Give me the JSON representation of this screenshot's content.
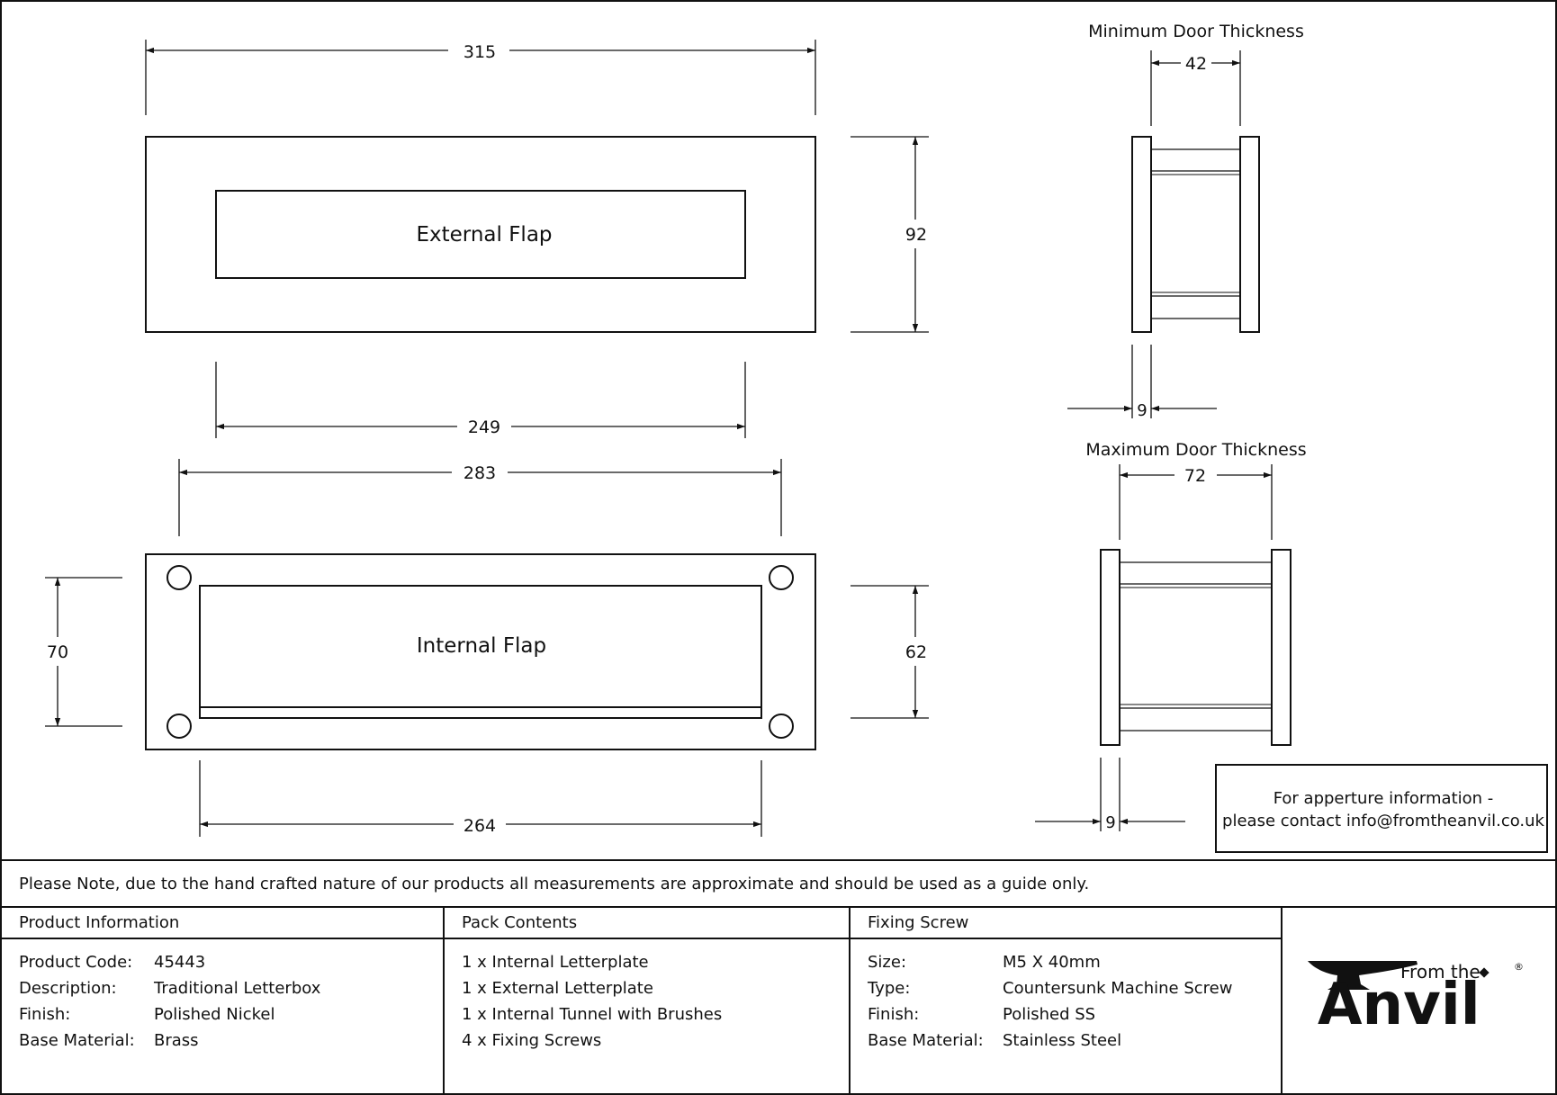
{
  "drawing": {
    "external_flap_label": "External Flap",
    "internal_flap_label": "Internal Flap",
    "external_plate_width": "315",
    "external_plate_height": "92",
    "external_flap_width": "249",
    "internal_screw_centres": "283",
    "internal_screw_vertical": "70",
    "internal_plate_height": "62",
    "internal_flap_width": "264"
  },
  "min_door": {
    "title": "Minimum Door Thickness",
    "thickness": "42",
    "plate_thickness": "9"
  },
  "max_door": {
    "title": "Maximum Door Thickness",
    "thickness": "72",
    "plate_thickness": "9"
  },
  "aperture_note": {
    "line1": "For apperture information -",
    "line2": "please contact info@fromtheanvil.co.uk"
  },
  "note": "Please Note, due to the hand crafted nature of our products all measurements are approximate and should be used as a guide only.",
  "product_info": {
    "header": "Product Information",
    "rows": [
      {
        "label": "Product Code:",
        "value": "45443"
      },
      {
        "label": "Description:",
        "value": "Traditional Letterbox"
      },
      {
        "label": "Finish:",
        "value": "Polished Nickel"
      },
      {
        "label": "Base Material:",
        "value": "Brass"
      }
    ]
  },
  "pack_contents": {
    "header": "Pack Contents",
    "items": [
      "1 x Internal Letterplate",
      "1 x External Letterplate",
      "1 x Internal Tunnel with Brushes",
      "4 x Fixing Screws"
    ]
  },
  "fixing_screw": {
    "header": "Fixing Screw",
    "rows": [
      {
        "label": "Size:",
        "value": "M5 X 40mm"
      },
      {
        "label": "Type:",
        "value": "Countersunk Machine Screw"
      },
      {
        "label": "Finish:",
        "value": "Polished SS"
      },
      {
        "label": "Base Material:",
        "value": "Stainless Steel"
      }
    ]
  },
  "logo": {
    "from_the": "From the",
    "anvil": "Anvil",
    "registered": "®"
  }
}
